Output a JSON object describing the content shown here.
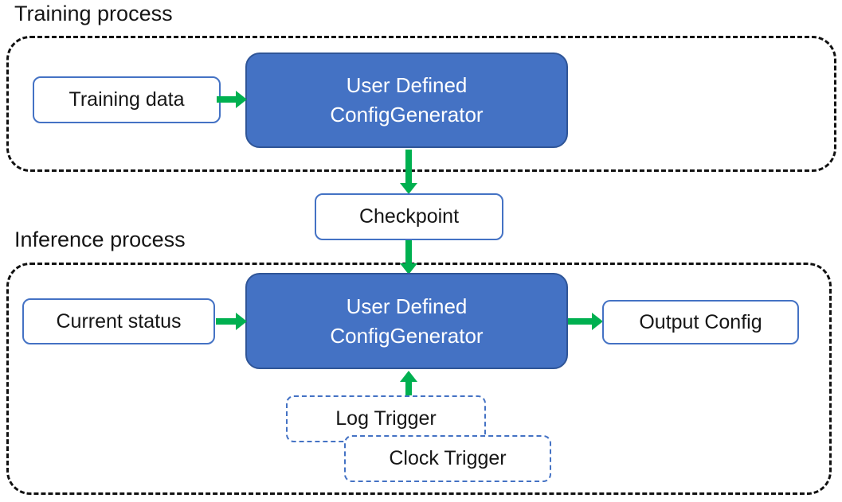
{
  "colors": {
    "node_fill": "#4472C4",
    "node_border": "#2F5597",
    "outline": "#4472C4",
    "arrow": "#00B050",
    "frame": "#111111"
  },
  "training": {
    "label": "Training process",
    "training_data": "Training data",
    "generator_line1": "User Defined",
    "generator_line2": "ConfigGenerator"
  },
  "checkpoint": {
    "label": "Checkpoint"
  },
  "inference": {
    "label": "Inference process",
    "current_status": "Current status",
    "generator_line1": "User Defined",
    "generator_line2": "ConfigGenerator",
    "output_config": "Output Config",
    "log_trigger": "Log Trigger",
    "clock_trigger": "Clock Trigger"
  }
}
